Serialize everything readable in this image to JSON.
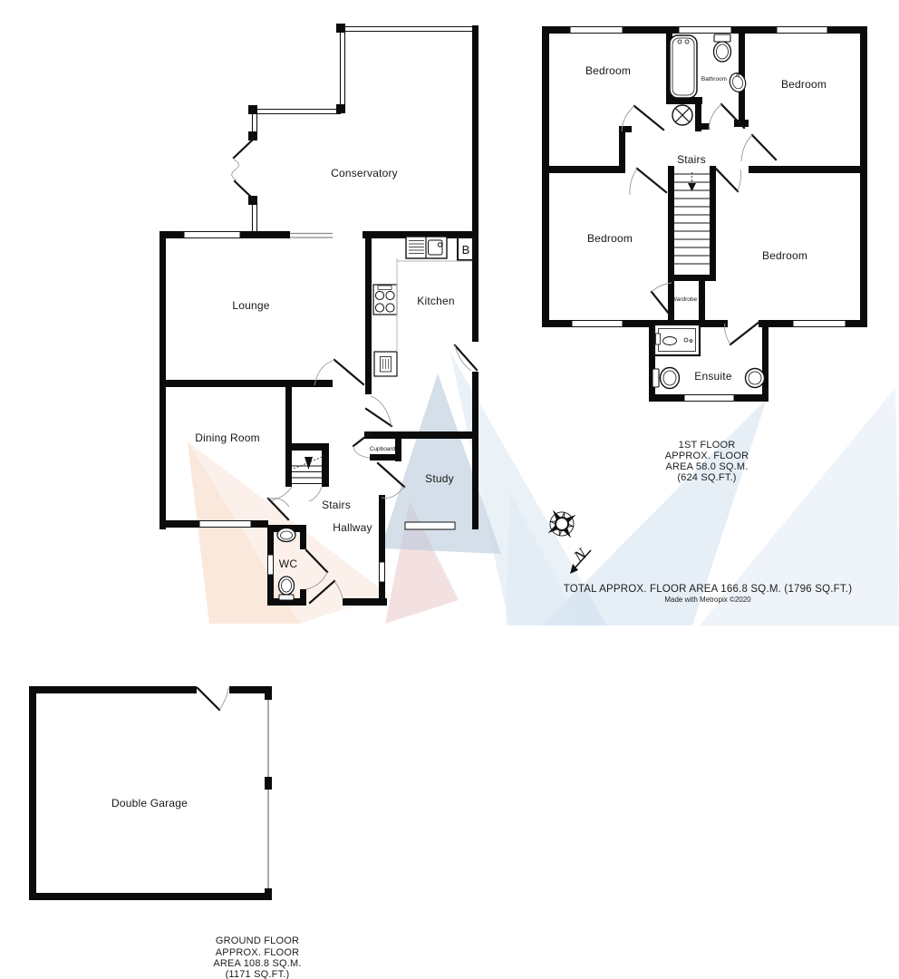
{
  "colors": {
    "wall": "#0b0b0b",
    "watermark_peach": "#f4d2b8",
    "watermark_pink": "#e5bcbc",
    "watermark_blue": "#b9c9db",
    "watermark_blue_light": "#cddded",
    "watermark_blue_mid": "#c8daea",
    "watermark_blue_pale": "#d7e4f0",
    "watermark_blue_soft": "#dce8f2"
  },
  "ground_floor": {
    "rooms": {
      "conservatory": "Conservatory",
      "lounge": "Lounge",
      "kitchen": "Kitchen",
      "dining_room": "Dining Room",
      "stairs": "Stairs",
      "hallway": "Hallway",
      "wc": "WC",
      "study": "Study",
      "cupboard": "Cupboard",
      "boiler": "B"
    },
    "area_lines": [
      "GROUND FLOOR",
      "APPROX. FLOOR",
      "AREA 108.8 SQ.M.",
      "(1171 SQ.FT.)"
    ]
  },
  "first_floor": {
    "rooms": {
      "bedroom_top_left": "Bedroom",
      "bedroom_top_right": "Bedroom",
      "bedroom_bottom_left": "Bedroom",
      "bedroom_bottom_right": "Bedroom",
      "bathroom": "Bathroom",
      "stairs": "Stairs",
      "wardrobe": "Wardrobe",
      "ensuite": "Ensuite"
    },
    "area_lines": [
      "1ST FLOOR",
      "APPROX. FLOOR",
      "AREA 58.0 SQ.M.",
      "(624 SQ.FT.)"
    ]
  },
  "garage": {
    "label": "Double Garage"
  },
  "compass": {
    "north": "N"
  },
  "footer": {
    "total_area": "TOTAL APPROX. FLOOR AREA 166.8 SQ.M. (1796 SQ.FT.)",
    "credit": "Made with Metropix ©2020"
  }
}
